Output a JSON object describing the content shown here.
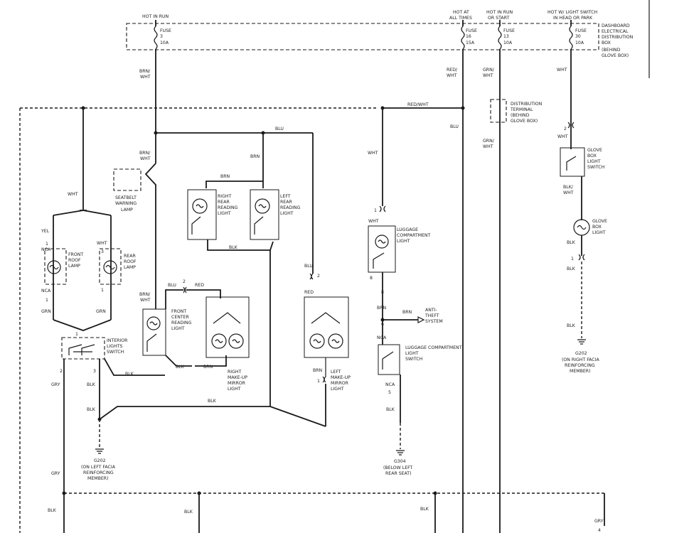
{
  "colors": {
    "line": "#1a1a1a",
    "background": "#ffffff",
    "text": "#222222"
  },
  "supply": {
    "hot_in_run": "HOT IN RUN",
    "hot_at_all_times": [
      "HOT AT",
      "ALL TIMES"
    ],
    "hot_in_run_or_start": [
      "HOT IN RUN",
      "OR START"
    ],
    "hot_w_light_switch": [
      "HOT W/ LIGHT SWITCH",
      "IN HEAD OR PARK"
    ]
  },
  "fuses": [
    {
      "name": "FUSE",
      "number": "3",
      "rating": "10A"
    },
    {
      "name": "FUSE",
      "number": "16",
      "rating": "15A"
    },
    {
      "name": "FUSE",
      "number": "13",
      "rating": "10A"
    },
    {
      "name": "FUSE",
      "number": "30",
      "rating": "10A"
    }
  ],
  "dist_box": [
    "DASHBOARD",
    "ELECTRICAL",
    "DISTRIBUTION",
    "BOX",
    "(BEHIND",
    "GLOVE BOX)"
  ],
  "dist_terminal": [
    "DISTRIBUTION",
    "TERMINAL",
    "(BEHIND",
    "GLOVE BOX)"
  ],
  "wires": {
    "brn_wht": [
      "BRN/",
      "WHT"
    ],
    "red_wht_v": [
      "RED/",
      "WHT"
    ],
    "red_wht_h": "RED/WHT",
    "grn_wht": [
      "GRN/",
      "WHT"
    ],
    "wht": "WHT",
    "blu": "BLU",
    "brn": "BRN",
    "blk": "BLK",
    "yel": "YEL",
    "grn": "GRN",
    "red": "RED",
    "gry": "GRY",
    "blk_wht": [
      "BLK/",
      "WHT"
    ],
    "nca": "NCA"
  },
  "components": {
    "seatbelt_lamp": [
      "SEATBELT",
      "WARNING",
      "LAMP"
    ],
    "front_roof_lamp": [
      "FRONT",
      "ROOF",
      "LAMP"
    ],
    "rear_roof_lamp": [
      "REAR",
      "ROOF",
      "LAMP"
    ],
    "right_rear_reading": [
      "RIGHT",
      "REAR",
      "READING",
      "LIGHT"
    ],
    "left_rear_reading": [
      "LEFT",
      "REAR",
      "READING",
      "LIGHT"
    ],
    "front_center_reading": [
      "FRONT",
      "CENTER",
      "READING",
      "LIGHT"
    ],
    "right_mirror_light": [
      "RIGHT",
      "MAKE-UP",
      "MIRROR",
      "LIGHT"
    ],
    "left_mirror_light": [
      "LEFT",
      "MAKE-UP",
      "MIRROR",
      "LIGHT"
    ],
    "interior_lights_switch": [
      "INTERIOR",
      "LIGHTS",
      "SWITCH"
    ],
    "luggage_light": [
      "LUGGAGE",
      "COMPARTMENT",
      "LIGHT"
    ],
    "luggage_switch": [
      "LUGGAGE COMPARTMENT",
      "LIGHT",
      "SWITCH"
    ],
    "anti_theft": [
      "ANTI-",
      "THEFT",
      "SYSTEM"
    ],
    "glove_box_switch": [
      "GLOVE",
      "BOX",
      "LIGHT",
      "SWITCH"
    ],
    "glove_box_light": [
      "GLOVE",
      "BOX",
      "LIGHT"
    ]
  },
  "grounds": {
    "g202_left": [
      "G202",
      "(ON LEFT FACIA",
      "REINFORCING",
      "MEMBER)"
    ],
    "g304": [
      "G304",
      "(BELOW LEFT",
      "REAR SEAT)"
    ],
    "g202_right": [
      "G202",
      "(ON RIGHT FACIA",
      "REINFORCING",
      "MEMBER)"
    ]
  },
  "pins": {
    "p1": "1",
    "p2": "2",
    "p3": "3",
    "p4": "4",
    "p5": "5",
    "p6": "6",
    "p8": "8"
  }
}
